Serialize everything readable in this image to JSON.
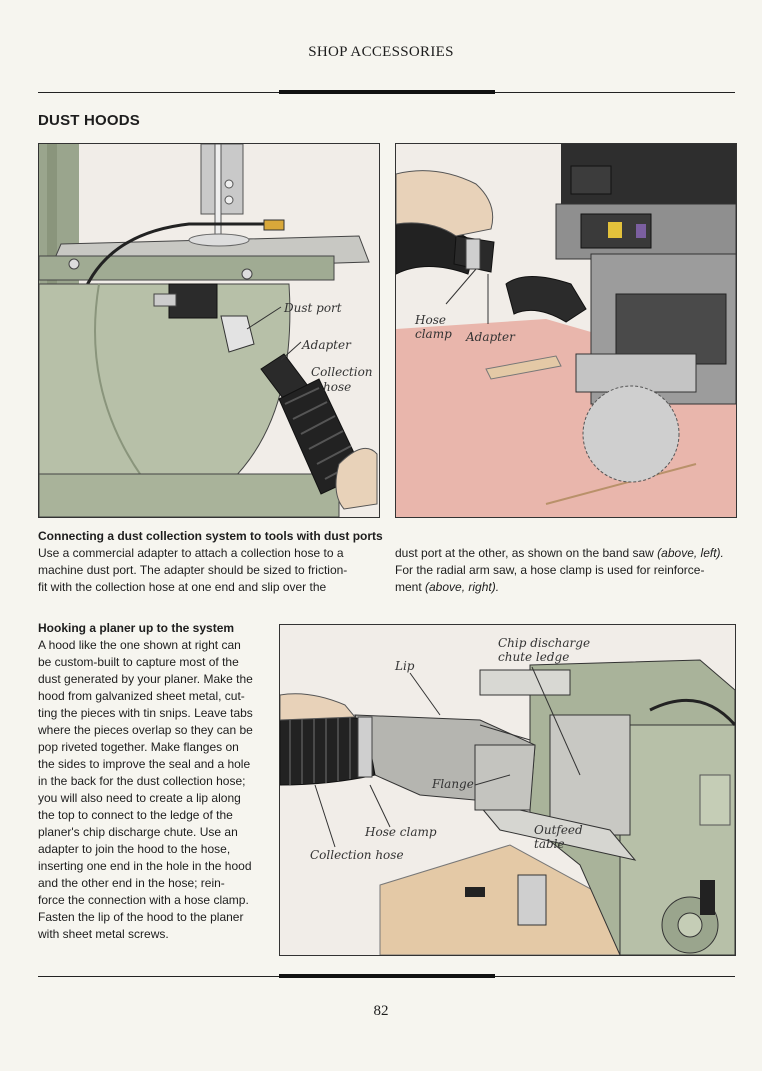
{
  "header": {
    "title": "SHOP ACCESSORIES"
  },
  "section": {
    "title": "DUST HOODS"
  },
  "figures": {
    "bandsaw": {
      "labels": {
        "dust_port": "Dust port",
        "adapter": "Adapter",
        "collection_hose": "Collection hose"
      }
    },
    "radial_arm": {
      "labels": {
        "hose_clamp": "Hose clamp",
        "adapter": "Adapter"
      }
    },
    "planer": {
      "labels": {
        "chip_chute": "Chip discharge chute ledge",
        "lip": "Lip",
        "flange": "Flange",
        "hose_clamp": "Hose clamp",
        "collection_hose": "Collection hose",
        "outfeed_table": "Outfeed table"
      }
    }
  },
  "caption1": {
    "title": "Connecting a dust collection system to tools with dust ports",
    "left_lines": [
      "Use a commercial adapter to attach a collection hose to a",
      "machine dust port. The adapter should be sized to friction-",
      "fit with the collection hose at one end and slip over the"
    ],
    "right_line1": "dust port at the other, as shown on the band saw ",
    "right_ref1": "(above, left).",
    "right_line2": "For the radial arm saw, a hose clamp is used for reinforce-",
    "right_line3": "ment ",
    "right_ref2": "(above, right)."
  },
  "caption2": {
    "title": "Hooking a planer up to the system",
    "lines": [
      "A hood like the one shown at right can",
      "be custom-built to capture most of the",
      "dust generated by your planer. Make the",
      "hood from galvanized sheet metal, cut-",
      "ting the pieces with tin snips. Leave tabs",
      "where the pieces overlap so they can be",
      "pop riveted together. Make flanges on",
      "the sides to improve the seal and a hole",
      "in the back for the dust collection hose;",
      "you will also need to create a lip along",
      "the top to connect to the ledge of the",
      "planer's chip discharge chute. Use an",
      "adapter to join the hood to the hose,",
      "inserting one end in the hole in the hood",
      "and the other end in the hose; rein-",
      "force the connection with a hose clamp.",
      "Fasten the lip of the hood to the planer",
      "with sheet metal screws."
    ]
  },
  "page_number": "82",
  "colors": {
    "machine_green": "#a9b39a",
    "table_pink": "#e9b6ac",
    "rubber": "#262626",
    "tan": "#e4c9a6",
    "page": "#f6f5ef"
  }
}
